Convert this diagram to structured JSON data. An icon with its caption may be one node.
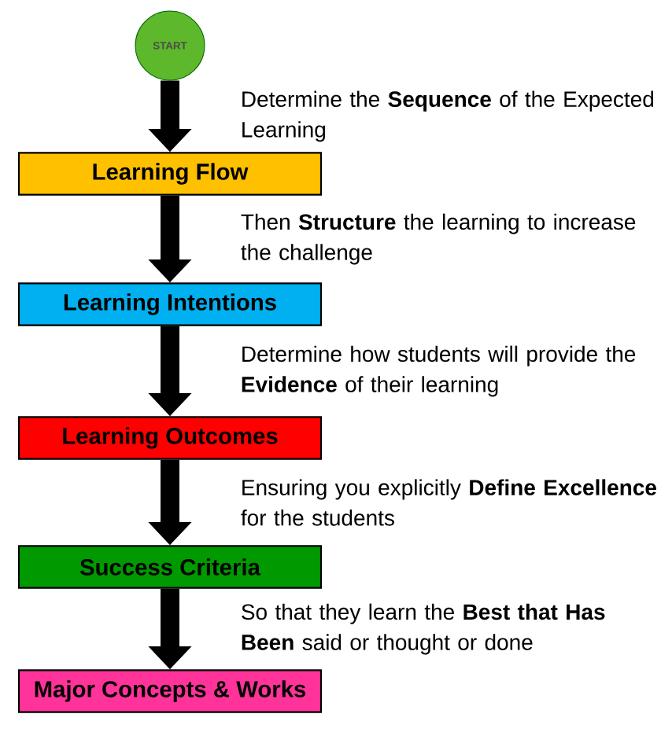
{
  "diagram": {
    "nodes": [
      {
        "text": [
          "START"
        ]
      },
      {
        "text": [
          "Learning Flow"
        ]
      },
      {
        "text": [
          "Learning Intentions"
        ]
      },
      {
        "text": [
          "Learning Outcomes"
        ]
      },
      {
        "text": [
          "Success Criteria"
        ]
      },
      {
        "text": [
          "Major Concepts & Works"
        ]
      }
    ],
    "edges": [
      {
        "from": 0,
        "to": 1,
        "arrow": "to",
        "label": "Determine the **Sequence** of the Expected Learning"
      },
      {
        "from": 1,
        "to": 2,
        "arrow": "to",
        "label": "Then **Structure** the learning to increase the challenge"
      },
      {
        "from": 2,
        "to": 3,
        "arrow": "to",
        "label": "Determine how students will provide the **Evidence** of their learning"
      },
      {
        "from": 3,
        "to": 4,
        "arrow": "to",
        "label": "Ensuring you explicitly **Define Excellence** for the students"
      },
      {
        "from": 4,
        "to": 5,
        "arrow": "to",
        "label": "So that they learn the **Best that Has Been** said or thought or done"
      }
    ]
  }
}
